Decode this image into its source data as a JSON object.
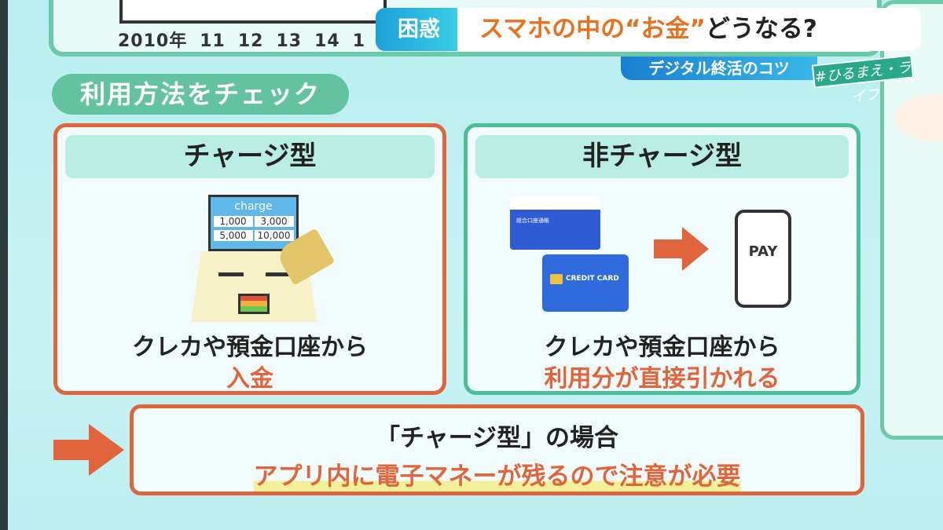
{
  "chart_fragment": {
    "x_labels": [
      "2010年",
      "11",
      "12",
      "13",
      "14",
      "1"
    ]
  },
  "section_label": "利用方法をチェック",
  "charge_card": {
    "title": "チャージ型",
    "screen_title": "charge",
    "amounts": [
      "1,000",
      "3,000",
      "5,000",
      "10,000"
    ],
    "caption_line1": "クレカや預金口座から",
    "caption_line2": "入金"
  },
  "noncharge_card": {
    "title": "非チャージ型",
    "bankbook_label": "総合口座通帳",
    "credit_card_label": "CREDIT CARD",
    "phone_label": "PAY",
    "caption_line1": "クレカや預金口座から",
    "caption_line2": "利用分が直接引かれる"
  },
  "note": {
    "line1": "「チャージ型」の場合",
    "line2": "アプリ内に電子マネーが残るので注意が必要"
  },
  "banner": {
    "tag": "困惑",
    "title_orange": "スマホの中の“お金”",
    "title_dark": "どうなる?",
    "subtitle": "デジタル終活のコツ",
    "hashtag": "#ひるまえ・ライフ"
  },
  "colors": {
    "orange": "#e0643c",
    "green": "#4dbd97",
    "blue": "#1ea0d8"
  }
}
